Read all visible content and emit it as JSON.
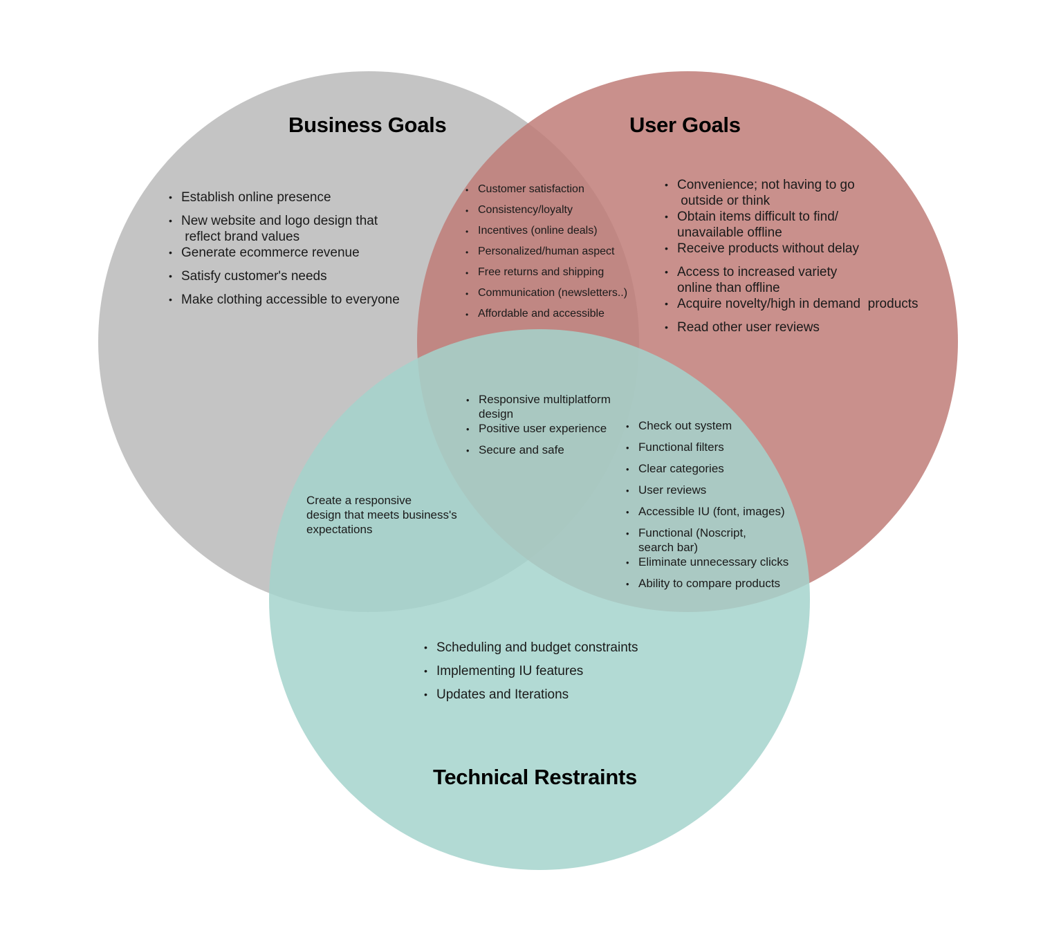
{
  "circles": {
    "business": {
      "title": "Business Goals",
      "color": "#bfbfbf"
    },
    "user": {
      "title": "User Goals",
      "color": "#c07c78"
    },
    "technical": {
      "title": "Technical Restraints",
      "color": "#a4d4cc"
    }
  },
  "business_only": [
    "Establish online presence",
    "New website and logo design that\n reflect brand values",
    "Generate ecommerce revenue",
    "Satisfy customer's needs",
    "Make clothing accessible to everyone"
  ],
  "business_user": [
    "Customer satisfaction",
    "Consistency/loyalty",
    "Incentives (online deals)",
    "Personalized/human aspect",
    "Free returns and shipping",
    "Communication (newsletters..)",
    "Affordable and accessible"
  ],
  "user_only": [
    "Convenience; not having to go\n outside or think",
    "Obtain items difficult to find/\nunavailable offline",
    "Receive products without delay",
    "Access to increased variety\nonline than offline",
    "Acquire novelty/high in demand  products",
    "Read other user reviews"
  ],
  "all_three": [
    "Responsive multiplatform\ndesign",
    "Positive user experience",
    "Secure and safe"
  ],
  "user_technical": [
    "Check out system",
    "Functional filters",
    "Clear categories",
    "User reviews",
    "Accessible IU (font, images)",
    "Functional (Noscript,\nsearch bar)",
    "Eliminate unnecessary clicks",
    "Ability to compare products"
  ],
  "business_technical": "Create a responsive\ndesign that meets business's\nexpectations",
  "technical_only": [
    "Scheduling and budget constraints",
    "Implementing IU features",
    "Updates and Iterations"
  ]
}
